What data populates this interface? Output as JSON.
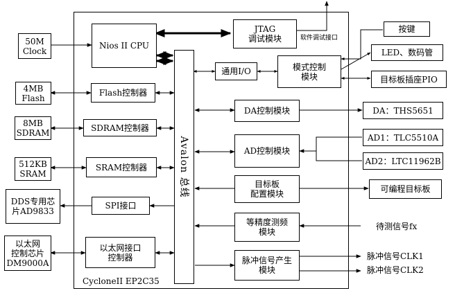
{
  "fpga": {
    "label": "CycloneII EP2C35"
  },
  "bus": {
    "label": "Avalon 总线"
  },
  "external": {
    "clock": "50M\nClock",
    "flash": "4MB\nFlash",
    "sdram": "8MB\nSDRAM",
    "sram": "512KB\nSRAM",
    "dds": "DDS专用芯\n片AD9833",
    "ethernet": "以太网\n控制芯片\nDM9000A",
    "key": "按键",
    "led": "LED、数码管",
    "pio": "目标板插座PIO",
    "da": "DA：THS5651",
    "ad1": "AD1：TLC5510A",
    "ad2": "AD2：LTC11962B",
    "target": "可编程目标板"
  },
  "internal": {
    "cpu": "Nios II CPU",
    "jtag": "JTAG\n调试模块",
    "flash_ctrl": "Flash控制器",
    "sdram_ctrl": "SDRAM控制器",
    "sram_ctrl": "SRAM控制器",
    "spi": "SPI接口",
    "eth_if": "以太网接口\n控制器",
    "gpio": "通用I/O",
    "mode_ctrl": "模式控制\n模块",
    "da_ctrl": "DA控制模块",
    "ad_ctrl": "AD控制模块",
    "cfg": "目标板\n配置模块",
    "freq": "等精度测频\n模块",
    "pulse": "脉冲信号产生\n模块"
  },
  "labels": {
    "debug_port": "软件调试接口",
    "fx": "待测信号fx",
    "clk1": "脉冲信号CLK1",
    "clk2": "脉冲信号CLK2"
  }
}
